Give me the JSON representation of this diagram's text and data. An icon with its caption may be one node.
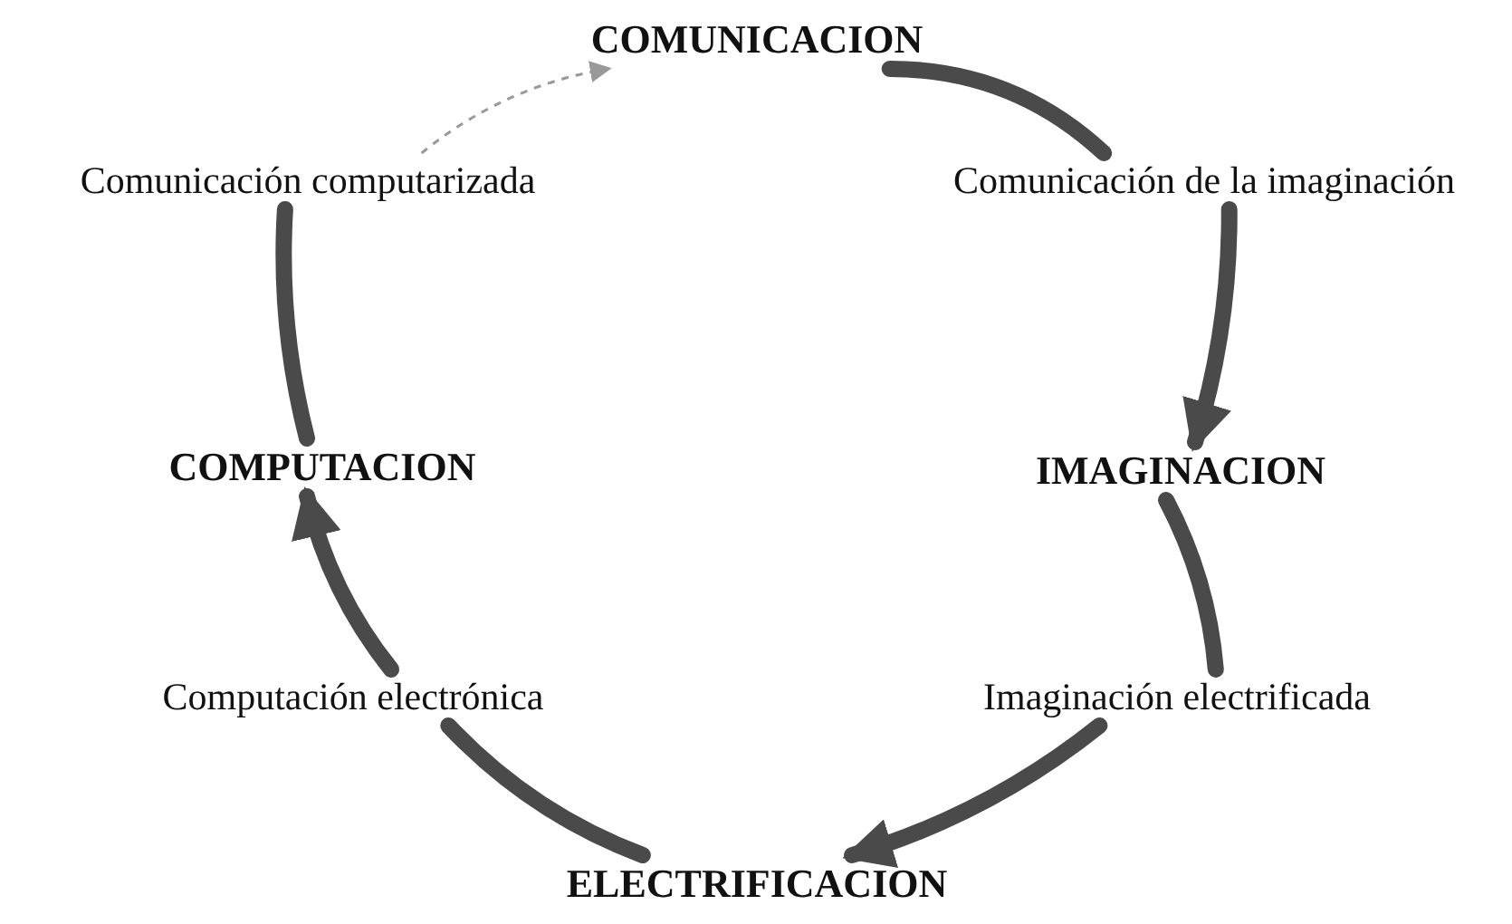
{
  "diagram": {
    "nodes": [
      {
        "text": [
          "COMUNICACION"
        ]
      },
      {
        "text": [
          "Comunicación de la imaginación"
        ]
      },
      {
        "text": [
          "IMAGINACION"
        ]
      },
      {
        "text": [
          "Imaginación electrificada"
        ]
      },
      {
        "text": [
          "ELECTRIFICACION"
        ]
      },
      {
        "text": [
          "Computación electrónica"
        ]
      },
      {
        "text": [
          "COMPUTACION"
        ]
      },
      {
        "text": [
          "Comunicación computarizada"
        ]
      }
    ],
    "edges": [
      {
        "from": 0,
        "to": 1,
        "arrow": "none"
      },
      {
        "from": 1,
        "to": 2,
        "arrow": "to"
      },
      {
        "from": 2,
        "to": 3,
        "arrow": "none"
      },
      {
        "from": 3,
        "to": 4,
        "arrow": "to"
      },
      {
        "from": 4,
        "to": 5,
        "arrow": "none"
      },
      {
        "from": 5,
        "to": 6,
        "arrow": "to"
      },
      {
        "from": 6,
        "to": 7,
        "arrow": "none"
      },
      {
        "from": 7,
        "to": 0,
        "arrow": "to",
        "style": "dashed",
        "color": "#999999"
      }
    ]
  }
}
